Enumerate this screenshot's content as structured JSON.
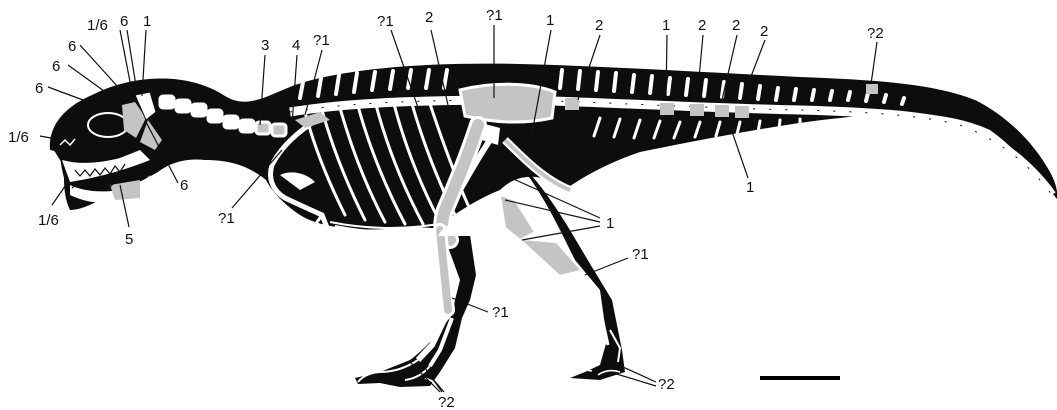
{
  "colors": {
    "silhouette": "#0d0d0d",
    "bone": "#ffffff",
    "preserved": "#c4c4c4",
    "leader": "#111111",
    "scale_bar": "#000000"
  },
  "labels": {
    "skull_top_1_6": "1/6",
    "skull_top_6a": "6",
    "skull_top_1": "1",
    "skull_6b": "6",
    "skull_6c": "6",
    "skull_6d": "6",
    "snout_1_6": "1/6",
    "jaw_1_6": "1/6",
    "jaw_5": "5",
    "skull_6_right": "6",
    "neck_3": "3",
    "neck_4": "4",
    "neck_q1": "?1",
    "arm_q1": "?1",
    "back_q1": "?1",
    "back_2": "2",
    "hip_q1": "?1",
    "hip_1": "1",
    "tail_2a": "2",
    "tail_1": "1",
    "tail_2b": "2",
    "tail_2c": "2",
    "tail_2d": "2",
    "tail_q2": "?2",
    "tail_1_below": "1",
    "leg_1": "1",
    "shin_q1": "?1",
    "femur_q1": "?1",
    "foot_q2_left": "?2",
    "foot_q2_right": "?2"
  },
  "scale_bar": {
    "shown": true
  }
}
